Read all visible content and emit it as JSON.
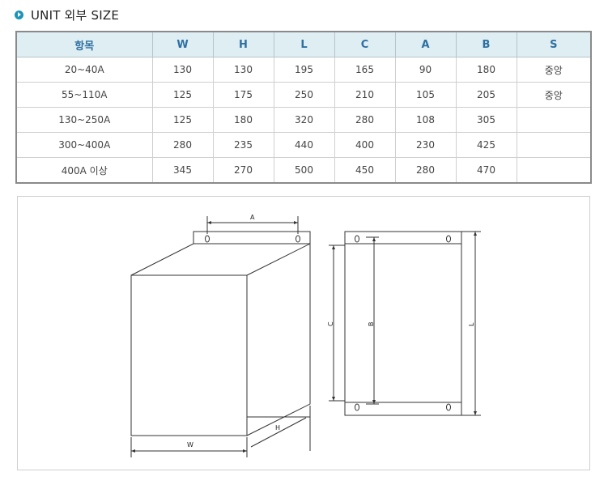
{
  "section": {
    "title": "UNIT 외부 SIZE"
  },
  "table": {
    "headers": [
      "항목",
      "W",
      "H",
      "L",
      "C",
      "A",
      "B",
      "S"
    ],
    "rows": [
      [
        "20~40A",
        "130",
        "130",
        "195",
        "165",
        "90",
        "180",
        "중앙"
      ],
      [
        "55~110A",
        "125",
        "175",
        "250",
        "210",
        "105",
        "205",
        "중앙"
      ],
      [
        "130~250A",
        "125",
        "180",
        "320",
        "280",
        "108",
        "305",
        ""
      ],
      [
        "300~400A",
        "280",
        "235",
        "440",
        "400",
        "230",
        "425",
        ""
      ],
      [
        "400A 이상",
        "345",
        "270",
        "500",
        "450",
        "280",
        "470",
        ""
      ]
    ]
  },
  "drawing": {
    "labels": {
      "a": "A",
      "w": "W",
      "h": "H",
      "c": "C",
      "b": "B",
      "l": "L"
    }
  },
  "colors": {
    "accent": "#1c93b8",
    "header_bg": "#deeef3",
    "header_text": "#2e6fa1"
  }
}
